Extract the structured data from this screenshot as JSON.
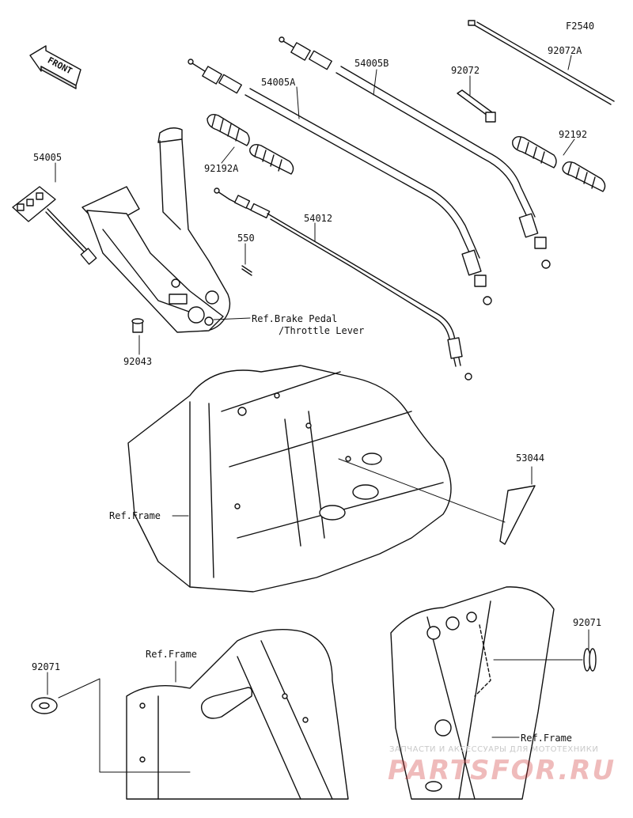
{
  "figure_code": "F2540",
  "front_label": "FRONT",
  "callouts": {
    "p54005": "54005",
    "p54005A": "54005A",
    "p54005B": "54005B",
    "p92072": "92072",
    "p92072A": "92072A",
    "p92192A": "92192A",
    "p92192": "92192",
    "p54012": "54012",
    "p550": "550",
    "p92043": "92043",
    "ref_brake_1": "Ref.Brake Pedal",
    "ref_brake_2": "/Throttle Lever",
    "p53044": "53044",
    "ref_frame_1": "Ref.Frame",
    "ref_frame_2": "Ref.Frame",
    "ref_frame_3": "Ref.Frame",
    "p92071_left": "92071",
    "p92071_right": "92071"
  },
  "watermark": {
    "subtitle": "ЗАПЧАСТИ И АКСЕССУАРЫ ДЛЯ МОТОТЕХНИКИ",
    "brand": "PARTSFOR.RU"
  }
}
